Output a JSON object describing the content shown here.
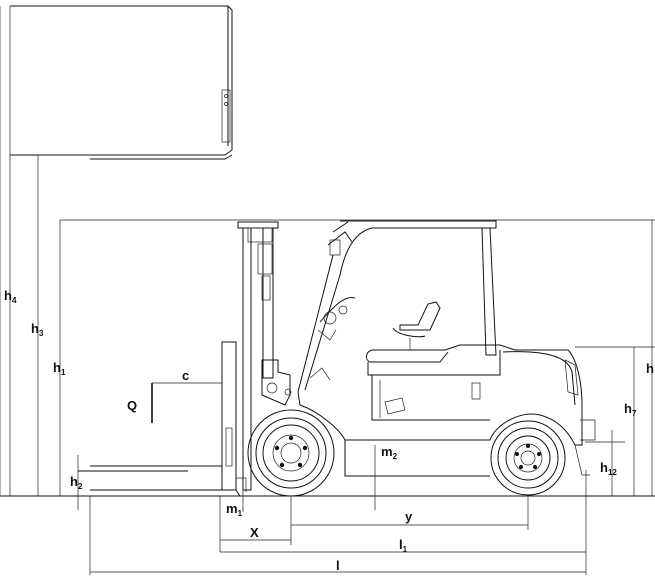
{
  "labels": {
    "h4": {
      "main": "h",
      "sub": "4"
    },
    "h3": {
      "main": "h",
      "sub": "3"
    },
    "h1": {
      "main": "h",
      "sub": "1"
    },
    "h2": {
      "main": "h",
      "sub": "2"
    },
    "h_right": {
      "main": "h",
      "sub": ""
    },
    "h7": {
      "main": "h",
      "sub": "7"
    },
    "h12": {
      "main": "h",
      "sub": "12"
    },
    "c": {
      "main": "c",
      "sub": ""
    },
    "Q": {
      "main": "Q",
      "sub": ""
    },
    "m2": {
      "main": "m",
      "sub": "2"
    },
    "m1": {
      "main": "m",
      "sub": "1"
    },
    "x": {
      "main": "X",
      "sub": ""
    },
    "y": {
      "main": "y",
      "sub": ""
    },
    "l1": {
      "main": "l",
      "sub": "1"
    },
    "l": {
      "main": "l",
      "sub": ""
    }
  }
}
